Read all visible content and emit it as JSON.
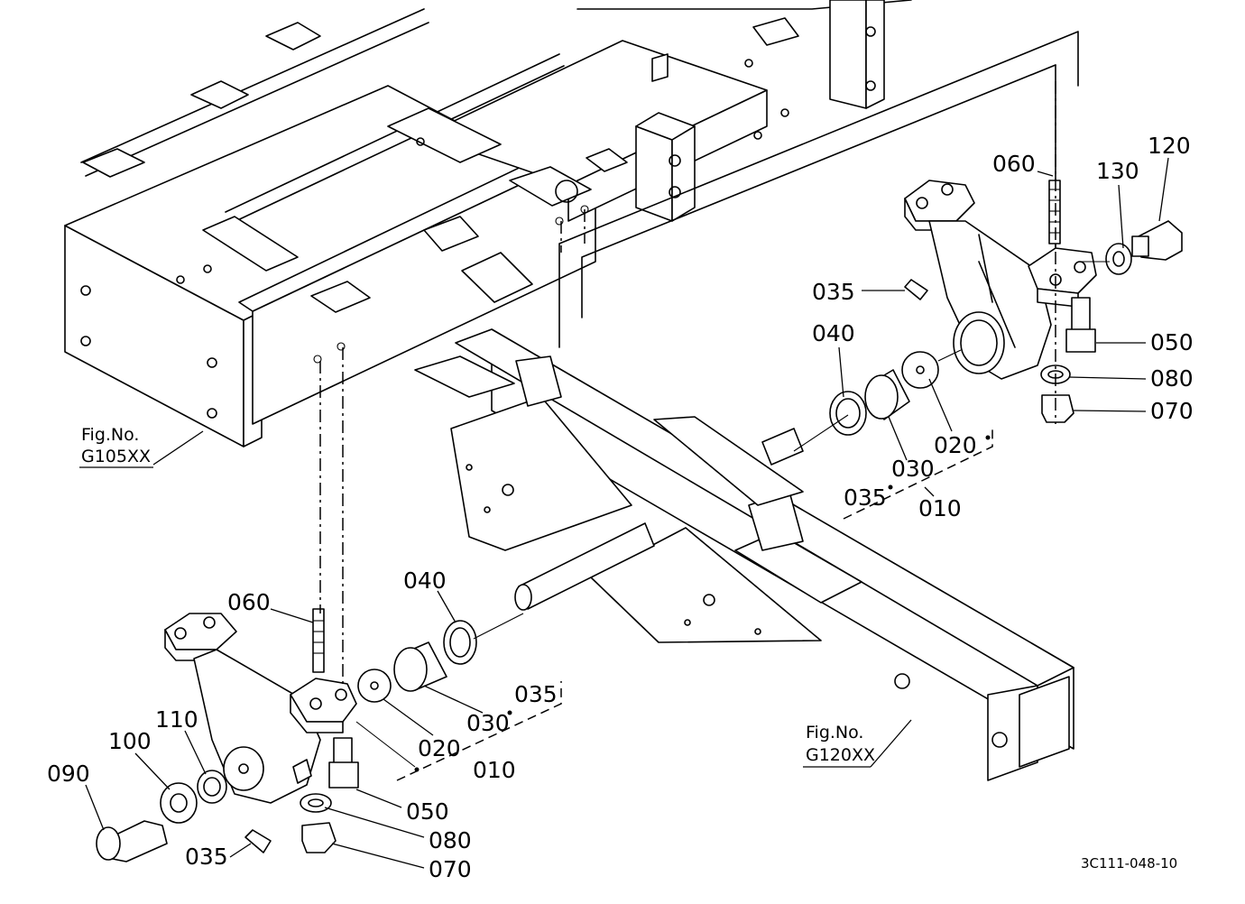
{
  "parts": {
    "p010a": "010",
    "p010b": "010",
    "p020a": "020",
    "p020b": "020",
    "p030a": "030",
    "p030b": "030",
    "p035a": "035",
    "p035b": "035",
    "p035c": "035",
    "p035d": "035",
    "p040a": "040",
    "p040b": "040",
    "p050a": "050",
    "p050b": "050",
    "p060a": "060",
    "p060b": "060",
    "p070a": "070",
    "p070b": "070",
    "p080a": "080",
    "p080b": "080",
    "p090": "090",
    "p100": "100",
    "p110": "110",
    "p120": "120",
    "p130": "130"
  },
  "refs": {
    "fig1_line1": "Fig.No.",
    "fig1_line2": "G105XX",
    "fig2_line1": "Fig.No.",
    "fig2_line2": "G120XX"
  },
  "drawing_code": "3C111-048-10"
}
